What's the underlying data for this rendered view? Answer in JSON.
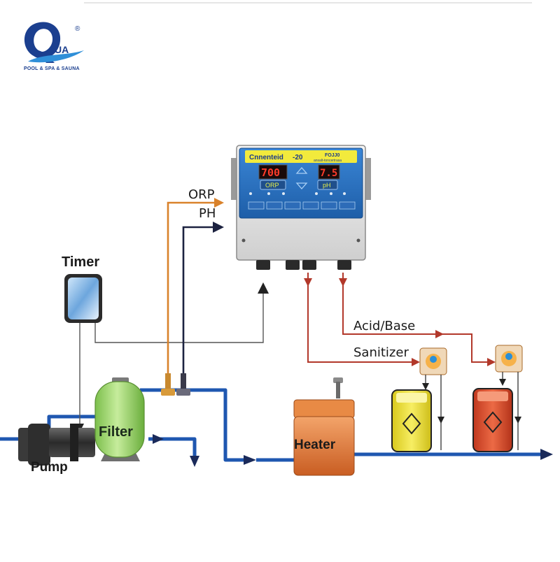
{
  "logo": {
    "letters": "UA",
    "tagline": "POOL & SPA & SAUNA",
    "registered": "®"
  },
  "labels": {
    "orp": "ORP",
    "ph": "PH",
    "timer": "Timer",
    "filter": "Filter",
    "pump": "Pump",
    "heater": "Heater",
    "acid_base": "Acid/Base",
    "sanitizer": "Sanitizer"
  },
  "controller": {
    "title_left": "Cnnenteid",
    "title_mid": "-20",
    "title_right": "FOJJ0",
    "subtitle": "ansalt-toncertrasa",
    "display_left": "700",
    "display_right": "7.5",
    "indicator_left": "ORP",
    "indicator_right": "pH"
  },
  "colors": {
    "pipe_blue": "#1f57b0",
    "orp_line": "#d9822b",
    "ph_line": "#1c2240",
    "dosing_line": "#b2382a",
    "timer_line": "#4a4a4a",
    "controller_blue": "#2a6fc0",
    "filter_green": "#9bd36a",
    "heater_orange": "#e07a35",
    "tank_yellow": "#f2e33c",
    "tank_red": "#d9452a",
    "logo_blue": "#1b3f8f"
  }
}
